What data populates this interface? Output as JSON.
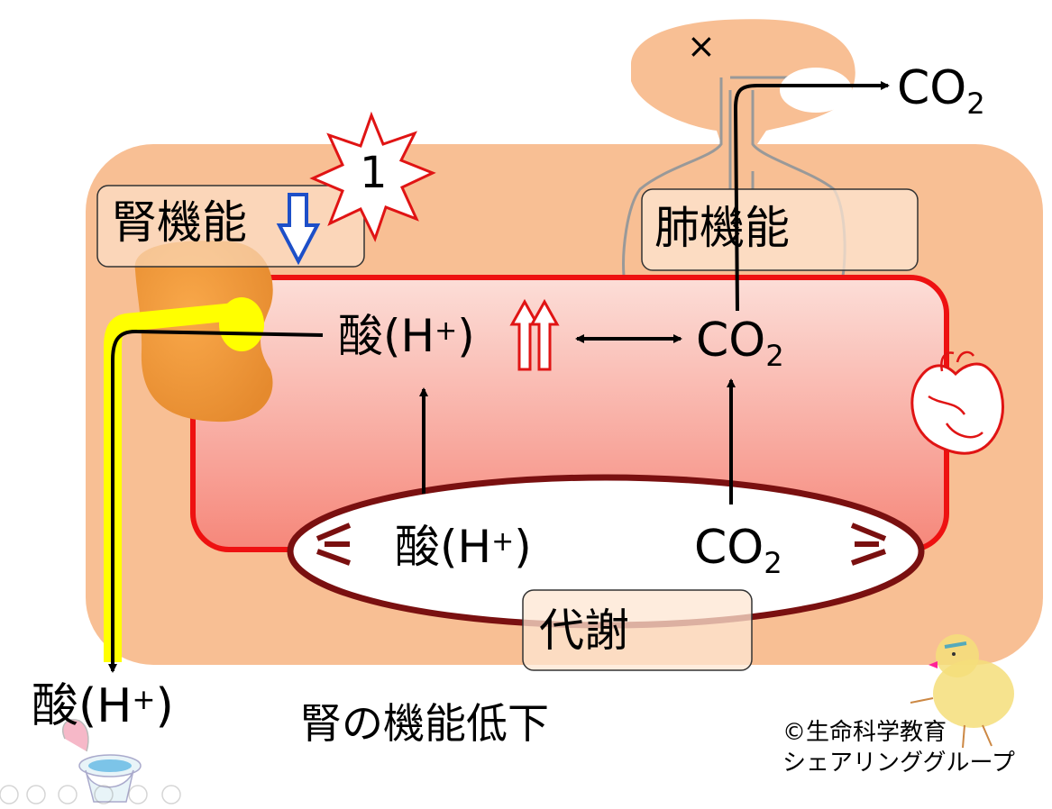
{
  "labels": {
    "kidney_function": "腎機能",
    "lung_function": "肺機能",
    "metabolism": "代謝",
    "acid": "酸(H",
    "acid_plus": "+",
    "acid_close": ")",
    "co2_base": "CO",
    "co2_sub": "2",
    "burst_number": "1",
    "x_mark": "×",
    "title": "腎の機能低下",
    "copyright_line1": "©生命科学教育",
    "copyright_line2": "シェアリンググループ"
  },
  "colors": {
    "body": "#f8bf94",
    "blood_top": "#fbd8d2",
    "blood_bottom": "#f5877a",
    "blood_border": "#ee1111",
    "metabolism_border": "#7a1010",
    "kidney": "#f49a3d",
    "urine_path": "#ffff00",
    "down_arrow": "#1d4fc8",
    "up_arrow": "#e01414",
    "burst_border": "#e01414"
  },
  "icons": [
    "kidney-icon",
    "lungs-icon",
    "heart-icon",
    "toilet-icon",
    "chick-icon",
    "burst-icon",
    "down-arrow-icon",
    "double-up-arrow-icon"
  ]
}
